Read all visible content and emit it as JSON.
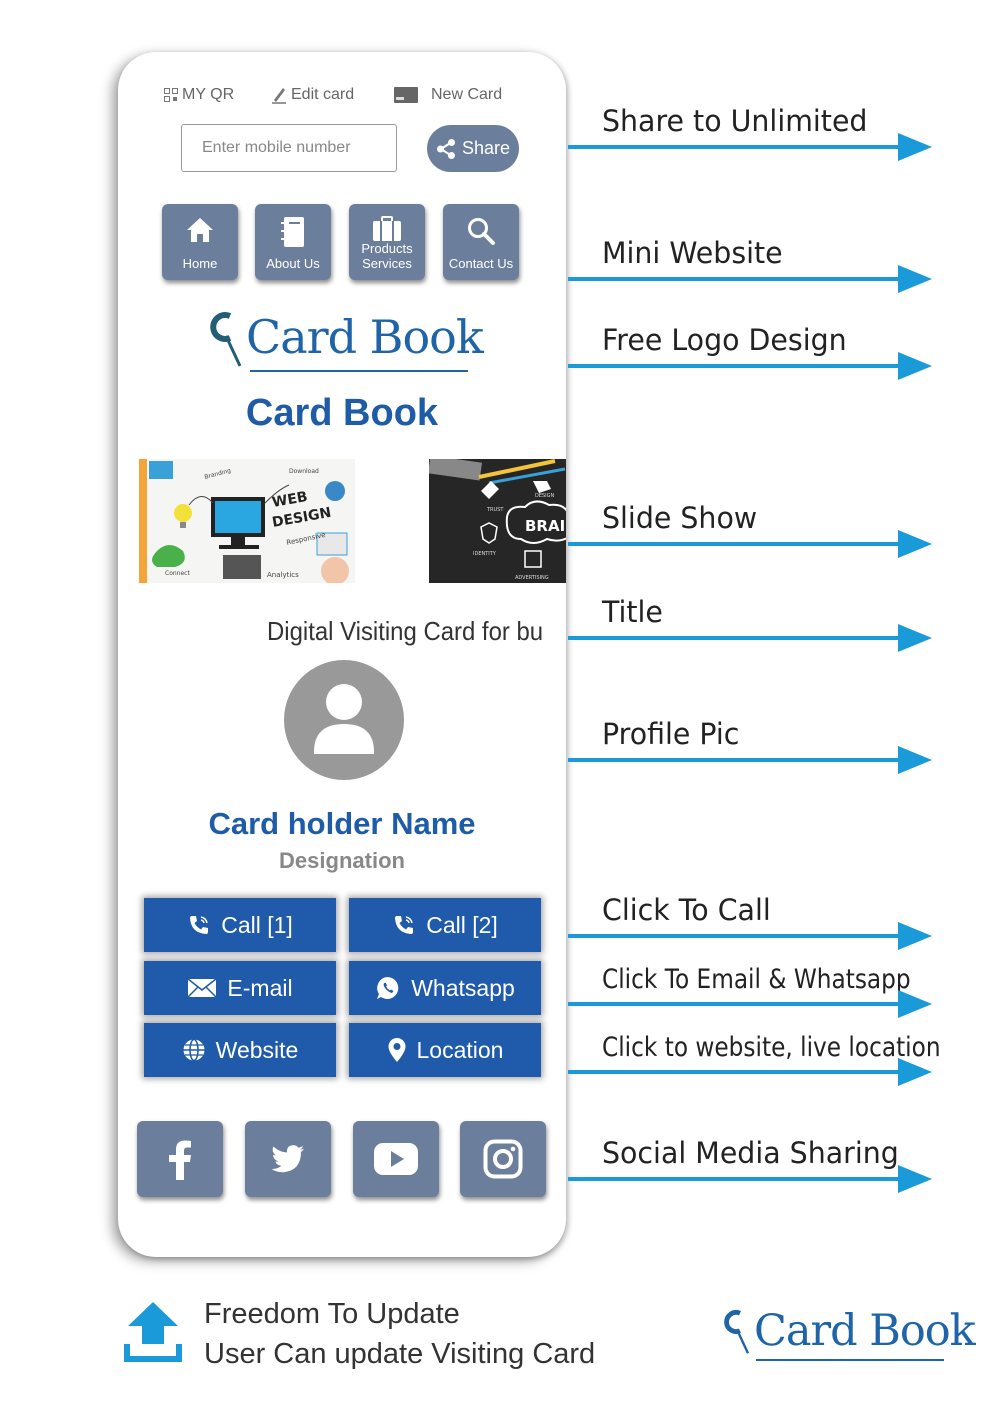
{
  "toolbar": {
    "my_qr": "MY QR",
    "edit_card": "Edit card",
    "new_card": "New Card"
  },
  "share": {
    "placeholder": "Enter mobile number",
    "button": "Share"
  },
  "nav": {
    "home": "Home",
    "about": "About Us",
    "products_l1": "Products",
    "products_l2": "Services",
    "contact": "Contact Us"
  },
  "logo": {
    "text": "Card Book"
  },
  "brand_title": "Card Book",
  "slideshow": {
    "slide1_words": [
      "WEB",
      "DESIGN",
      "Responsive",
      "Analytics",
      "Branding",
      "Download",
      "Connect"
    ],
    "slide2_words": [
      "DESIGN",
      "TRUST",
      "BRAI",
      "IDENTITY",
      "ADVERTISING"
    ]
  },
  "tagline": "Digital Visiting Card for bu",
  "profile": {
    "name": "Card holder Name",
    "designation": "Designation"
  },
  "actions": {
    "call1": "Call [1]",
    "call2": "Call [2]",
    "email": "E-mail",
    "whatsapp": "Whatsapp",
    "website": "Website",
    "location": "Location"
  },
  "annotations": [
    "Share to Unlimited",
    "Mini Website",
    "Free Logo Design",
    "Slide Show",
    "Title",
    "Profile Pic",
    "Click To Call",
    "Click To Email & Whatsapp",
    "Click to website,  live location",
    "Social Media Sharing"
  ],
  "footer": {
    "line1": "Freedom To Update",
    "line2": "User Can update Visiting Card",
    "logo_text": "Card Book"
  },
  "colors": {
    "brand_blue": "#1f5ca8",
    "button_gray": "#6b7f9c",
    "action_blue": "#1f5aab",
    "arrow_blue": "#1a9ad8"
  }
}
